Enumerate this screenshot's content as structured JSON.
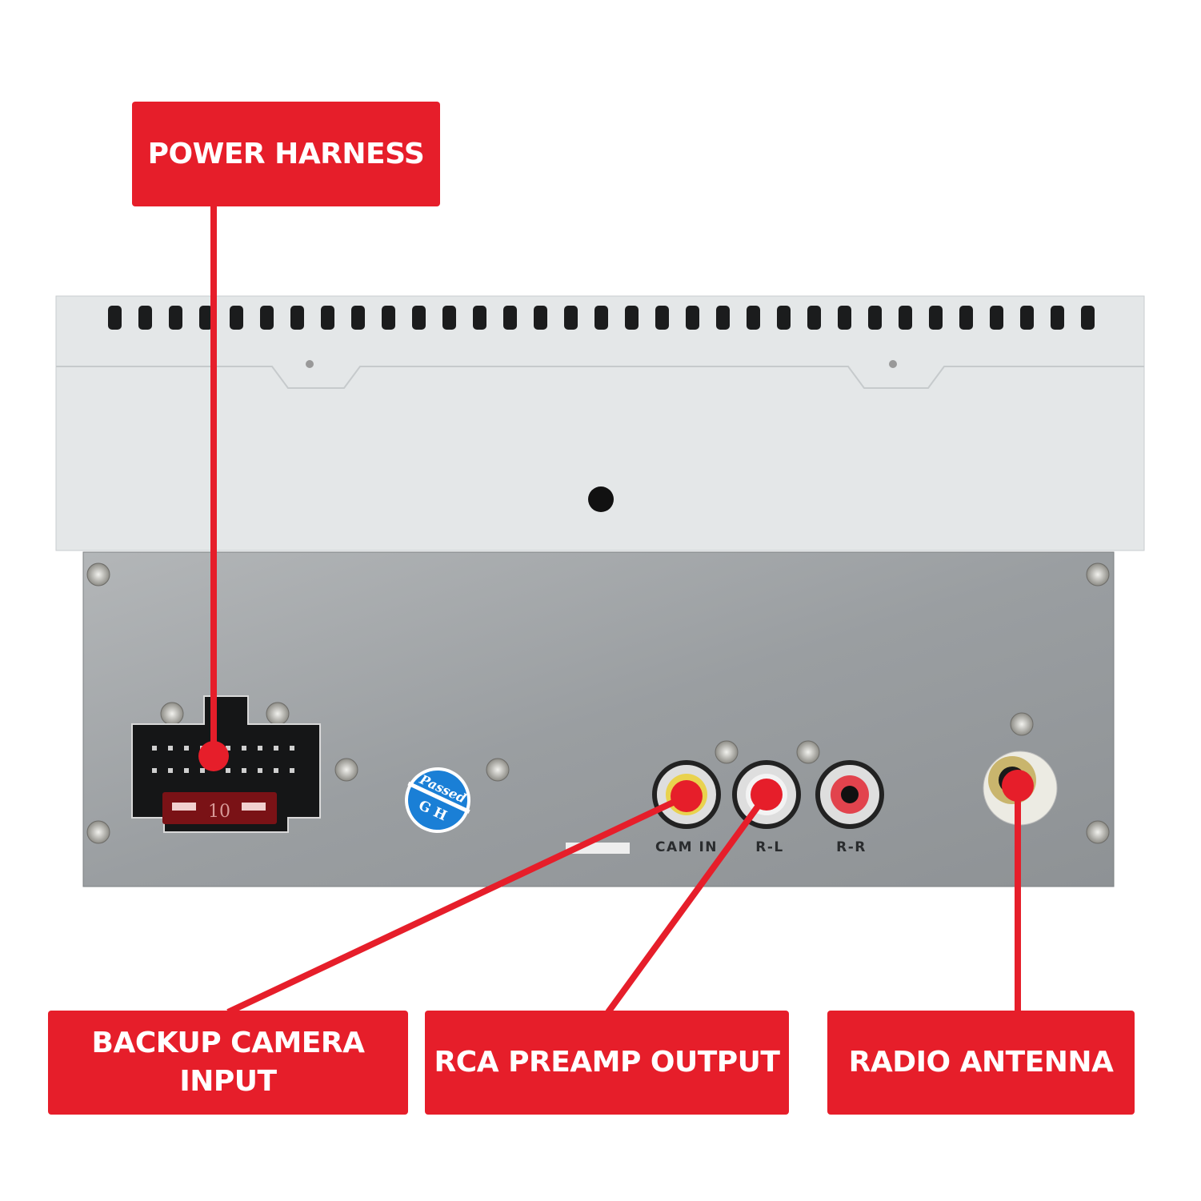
{
  "callouts": {
    "power_harness": "POWER HARNESS",
    "backup_camera_line1": "BACKUP CAMERA",
    "backup_camera_line2": "INPUT",
    "rca_preamp": "RCA PREAMP OUTPUT",
    "radio_antenna": "RADIO ANTENNA"
  },
  "device": {
    "jack_labels": [
      "CAM IN",
      "R-L",
      "R-R"
    ],
    "sticker_top": "Passed",
    "sticker_bottom": "G H",
    "fuse_rating": "10"
  },
  "colors": {
    "accent": "#e61e2a",
    "cover": "#e4e7e8",
    "plate": "#9ea2a5"
  }
}
